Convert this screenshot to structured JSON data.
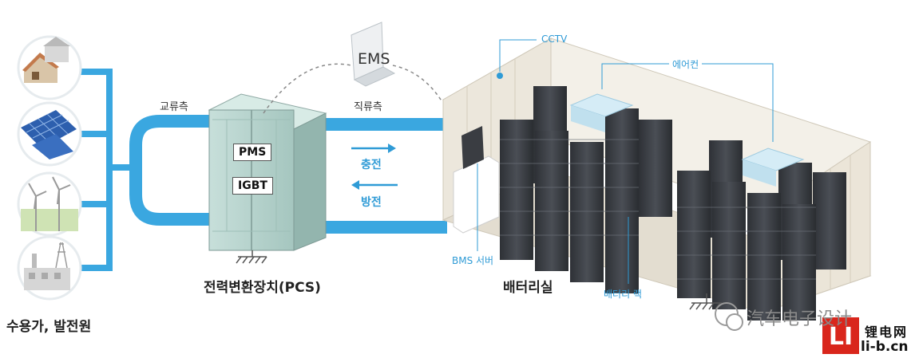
{
  "diagram": {
    "labels": {
      "ac_side": "교류측",
      "dc_side": "직류측",
      "ems": "EMS",
      "cctv": "CCTV",
      "aircon": "에어컨",
      "pms": "PMS",
      "igbt": "IGBT",
      "charge": "충전",
      "discharge": "방전",
      "bms_server": "BMS 서버",
      "battery_rack": "배터리 랙",
      "pcs_caption": "전력변환장치(PCS)",
      "battery_room_caption": "배터리실",
      "consumers_caption": "수용가, 발전원"
    },
    "sources": [
      "house-icon",
      "solar-panel-icon",
      "wind-turbine-icon",
      "power-plant-icon"
    ]
  },
  "watermark": {
    "text": "汽车电子设计",
    "logo_letters": "LI",
    "site_name": "锂电网",
    "site_url": "li-b.cn"
  },
  "colors": {
    "line_blue": "#3aa7e0",
    "label_blue": "#2f9bd6",
    "cabinet": "#b6d3cd",
    "logo_red": "#d9261c"
  }
}
